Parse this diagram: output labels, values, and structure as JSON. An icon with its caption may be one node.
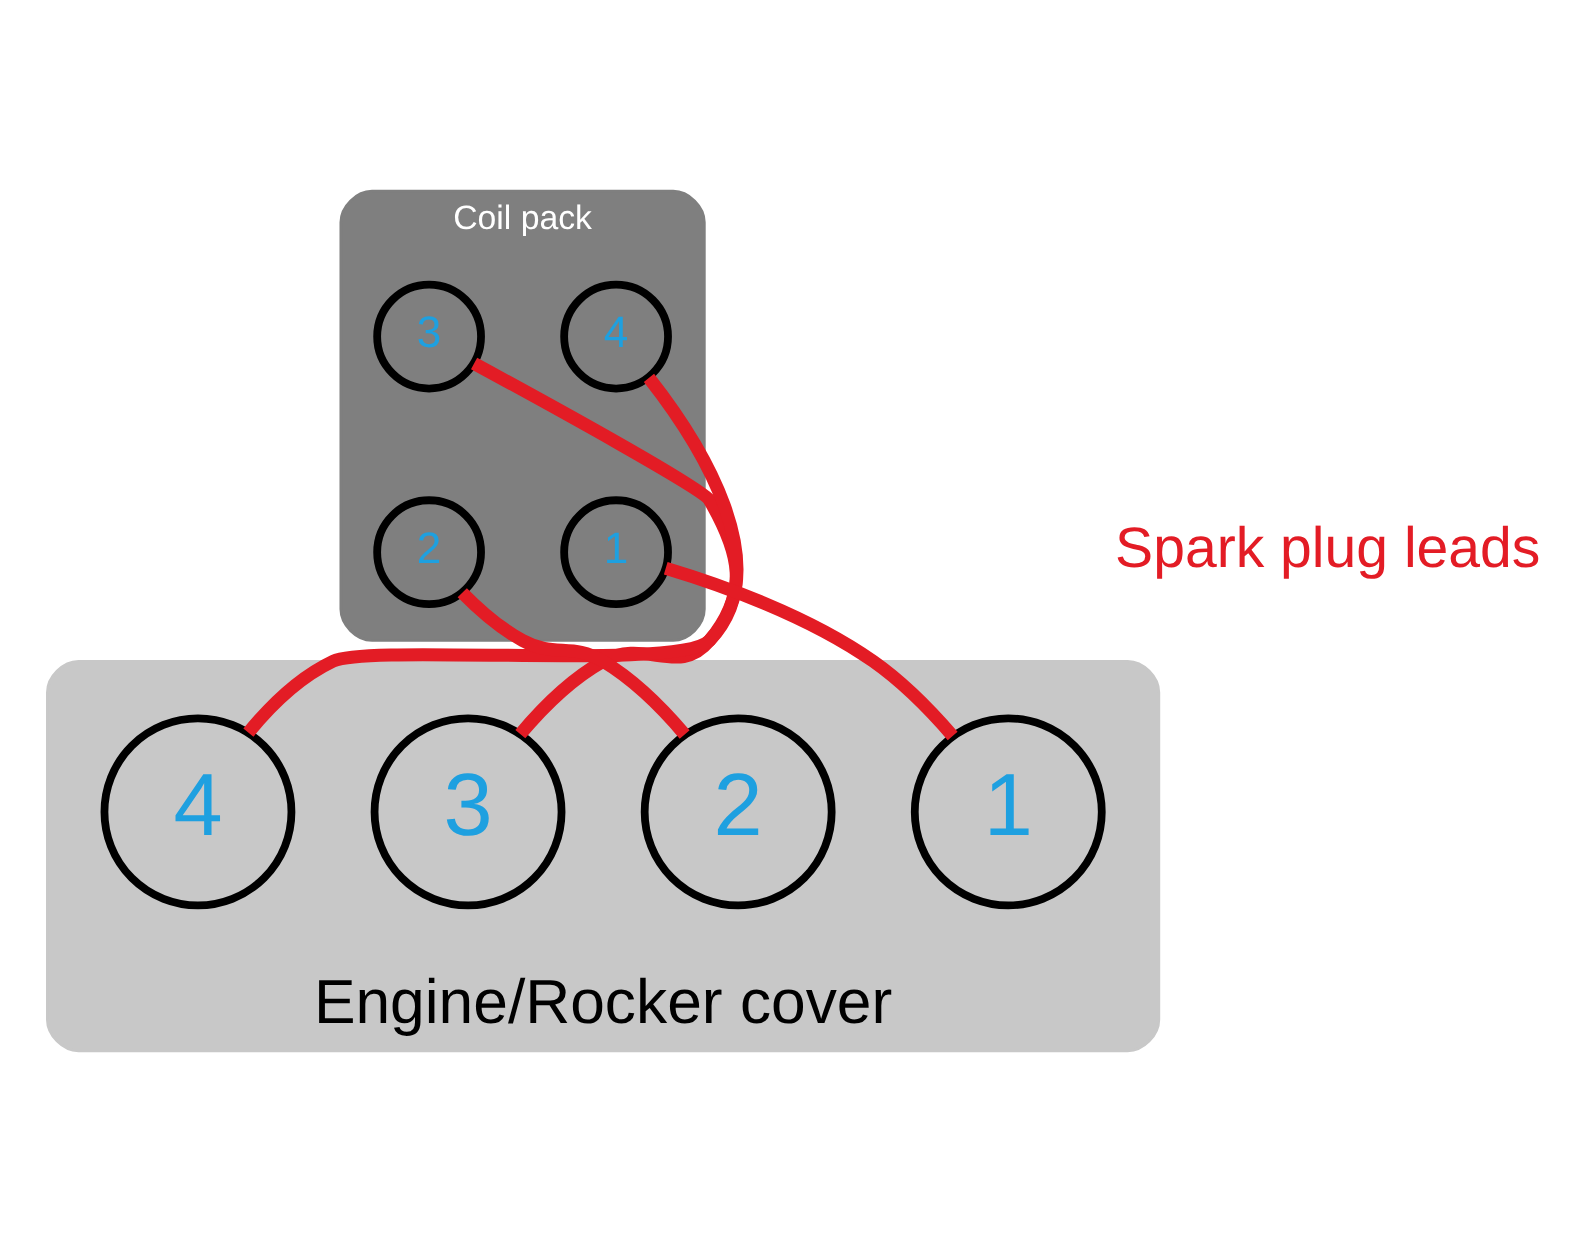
{
  "diagram": {
    "nodes": [
      {
        "text": [
          "Coil pack"
        ]
      },
      {
        "text": [
          "3"
        ],
        "in": 0
      },
      {
        "text": [
          "4"
        ],
        "in": 0
      },
      {
        "text": [
          "2"
        ],
        "in": 0
      },
      {
        "text": [
          "1"
        ],
        "in": 0
      },
      {
        "text": [
          "Engine/Rocker cover"
        ]
      },
      {
        "text": [
          "4"
        ],
        "in": 5
      },
      {
        "text": [
          "3"
        ],
        "in": 5
      },
      {
        "text": [
          "2"
        ],
        "in": 5
      },
      {
        "text": [
          "1"
        ],
        "in": 5
      }
    ],
    "edges": [
      {
        "from": 2,
        "to": 6,
        "arrow": "none"
      },
      {
        "from": 1,
        "to": 7,
        "arrow": "none"
      },
      {
        "from": 3,
        "to": 8,
        "arrow": "none"
      },
      {
        "from": 4,
        "to": 9,
        "arrow": "none"
      }
    ],
    "labels": [
      "Spark plug leads"
    ]
  }
}
